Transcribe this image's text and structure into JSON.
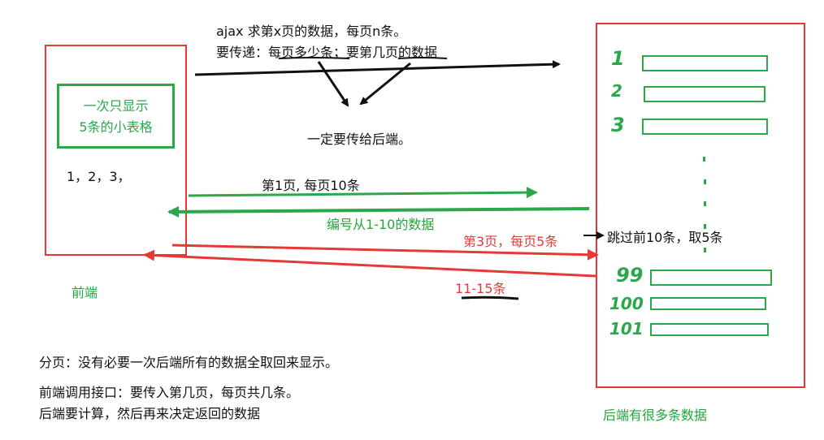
{
  "top_note": {
    "line1": "ajax 求第x页的数据，每页n条。",
    "line2": "要传递：每页多少条；要第几页的数据"
  },
  "must_send": "一定要传给后端。",
  "frontend": {
    "table_line1": "一次只显示",
    "table_line2": "5条的小表格",
    "pages": "1，2，3，",
    "label": "前端"
  },
  "req1": "第1页, 每页10条",
  "resp1": "编号从1-10的数据",
  "req2": "第3页，每页5条",
  "resp2": "11-15条",
  "skip_note": "跳过前10条，取5条",
  "backend": {
    "label": "后端有很多条数据",
    "row_numbers": [
      "1",
      "2",
      "3",
      "99",
      "100",
      "101"
    ]
  },
  "notes": {
    "line1": "分页：没有必要一次后端所有的数据全取回来显示。",
    "line2": "前端调用接口：要传入第几页，每页共几条。",
    "line3": "后端要计算，然后再来决定返回的数据"
  },
  "colors": {
    "red": "#e53935",
    "green": "#2aa84a",
    "black": "#111111"
  }
}
